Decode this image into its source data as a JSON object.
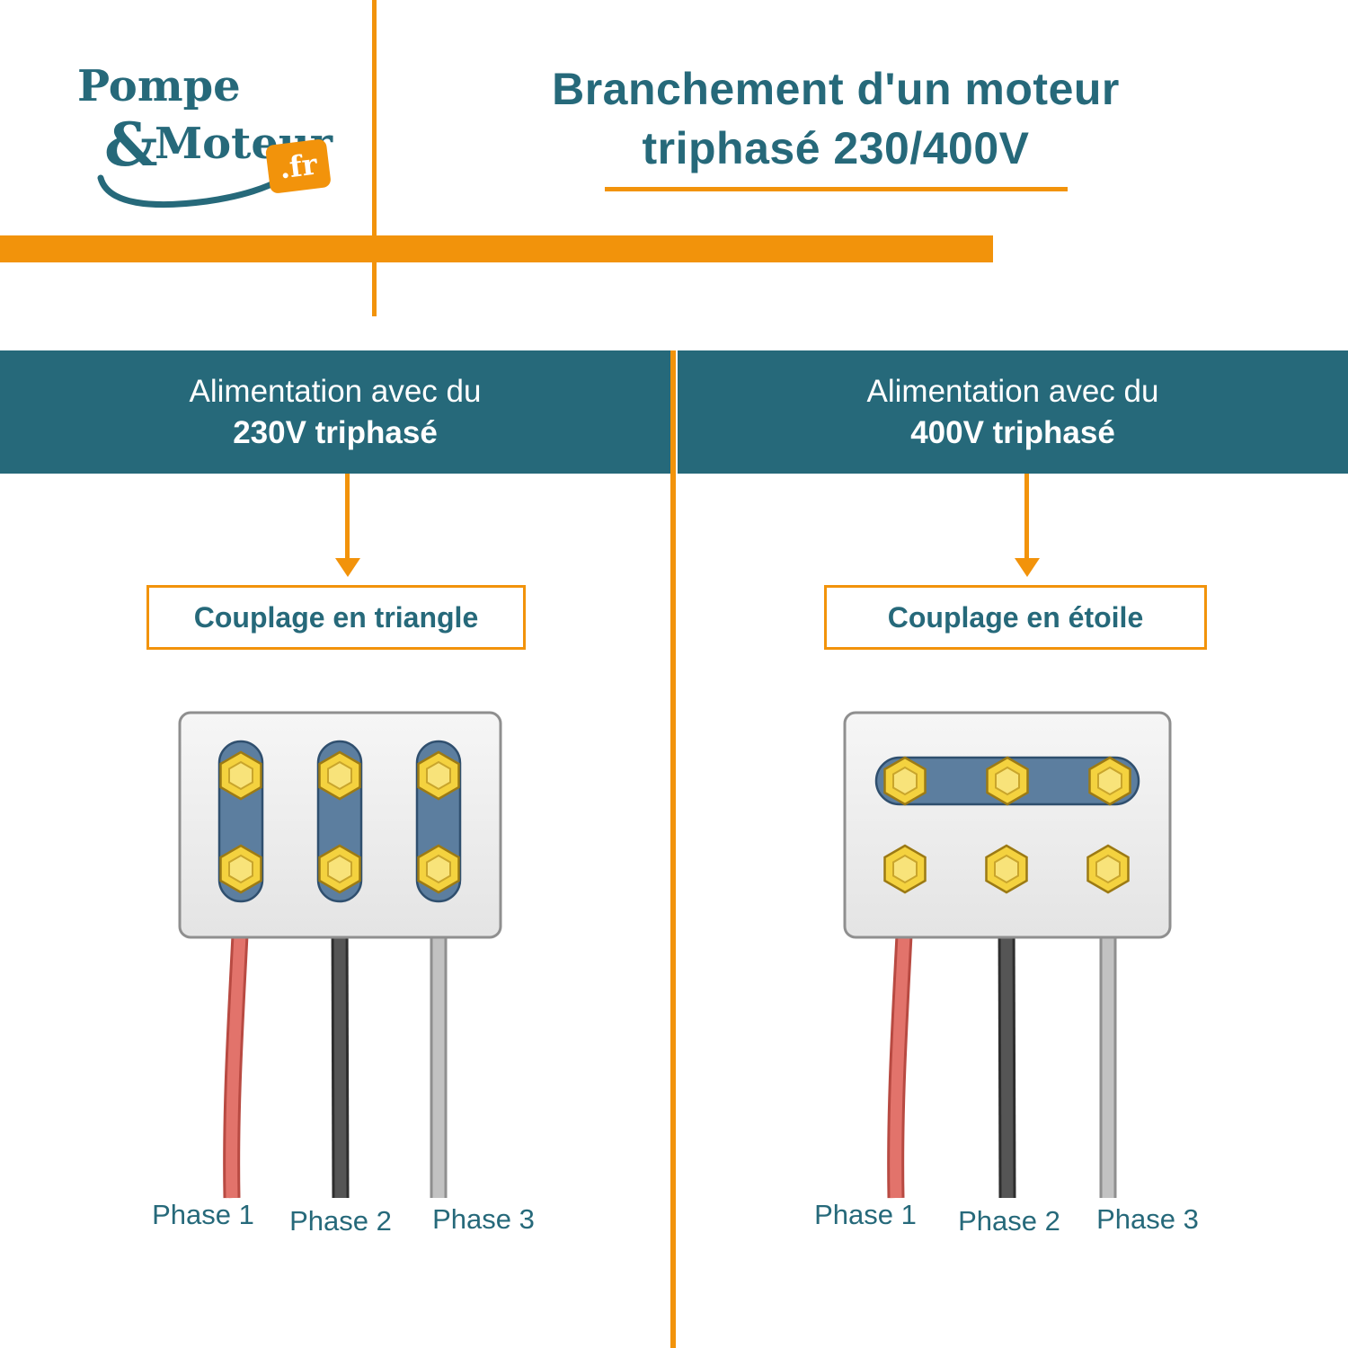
{
  "logo": {
    "brand_top": "Pompe",
    "brand_amp": "&",
    "brand_bottom": "Moteur",
    "brand_tld": ".fr"
  },
  "title": {
    "line1": "Branchement d'un moteur",
    "line2": "triphasé 230/400V"
  },
  "panels": {
    "left": {
      "header_line1": "Alimentation avec du",
      "header_line2": "230V triphasé",
      "coupling": "Couplage en triangle",
      "phases": [
        "Phase 1",
        "Phase 2",
        "Phase 3"
      ]
    },
    "right": {
      "header_line1": "Alimentation avec du",
      "header_line2": "400V triphasé",
      "coupling": "Couplage en étoile",
      "phases": [
        "Phase 1",
        "Phase 2",
        "Phase 3"
      ]
    }
  },
  "colors": {
    "teal": "#26697A",
    "orange": "#F2930B",
    "wire_red": "#E2736B",
    "wire_dark": "#555555",
    "wire_light": "#C2C2C2",
    "bolt_yellow": "#F4D23F",
    "slat_blue": "#5C7E9F"
  }
}
